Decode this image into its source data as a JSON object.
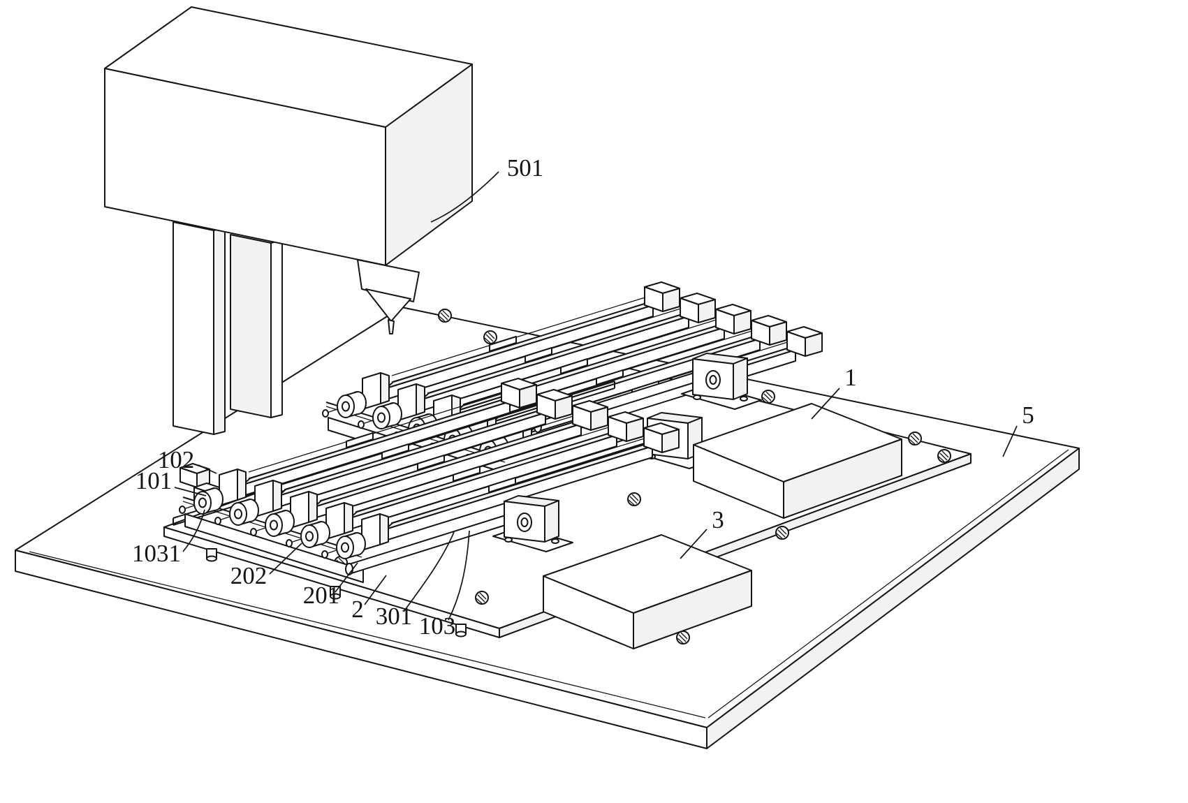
{
  "figure": {
    "type": "patent-isometric-machine-diagram",
    "background": "#ffffff",
    "ink": "#151515"
  },
  "labels": {
    "501": {
      "text": "501"
    },
    "1": {
      "text": "1"
    },
    "5": {
      "text": "5"
    },
    "3": {
      "text": "3"
    },
    "102": {
      "text": "102"
    },
    "101": {
      "text": "101"
    },
    "1031": {
      "text": "1031"
    },
    "202": {
      "text": "202"
    },
    "201": {
      "text": "201"
    },
    "2": {
      "text": "2"
    },
    "301": {
      "text": "301"
    },
    "103": {
      "text": "103"
    }
  }
}
